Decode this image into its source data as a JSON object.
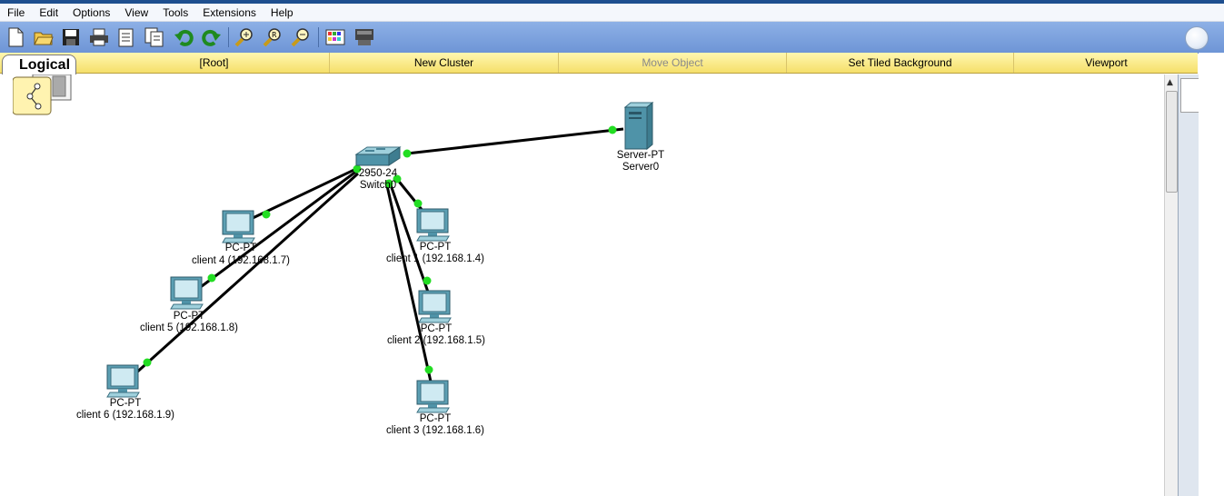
{
  "menubar": {
    "items": [
      "File",
      "Edit",
      "Options",
      "View",
      "Tools",
      "Extensions",
      "Help"
    ]
  },
  "toolbar": {
    "icons": [
      "new-file-icon",
      "open-folder-icon",
      "save-icon",
      "print-icon",
      "activity-wizard-icon",
      "copy-icon",
      "undo-icon",
      "redo-icon",
      "zoom-in-icon",
      "zoom-reset-icon",
      "zoom-out-icon",
      "palette-icon",
      "device-template-icon"
    ]
  },
  "workspace_bar": {
    "tab": "Logical",
    "items": [
      "[Root]",
      "New Cluster",
      "Move Object",
      "Set Tiled Background",
      "Viewport"
    ],
    "disabled_item": "Move Object"
  },
  "colors": {
    "link": "#000000",
    "port_up": "#22dd22",
    "workbar": "#f5df6a"
  },
  "devices": {
    "switch": {
      "model": "2950-24",
      "name": "Switch0"
    },
    "server": {
      "model": "Server-PT",
      "name": "Server0"
    },
    "clients": [
      {
        "model": "PC-PT",
        "name": "client 1 (192.168.1.4)"
      },
      {
        "model": "PC-PT",
        "name": "client 2 (192.168.1.5)"
      },
      {
        "model": "PC-PT",
        "name": "client 3 (192.168.1.6)"
      },
      {
        "model": "PC-PT",
        "name": "client 4 (192.168.1.7)"
      },
      {
        "model": "PC-PT",
        "name": "client 5 (192.168.1.8)"
      },
      {
        "model": "PC-PT",
        "name": "client 6 (192.168.1.9)"
      }
    ]
  }
}
